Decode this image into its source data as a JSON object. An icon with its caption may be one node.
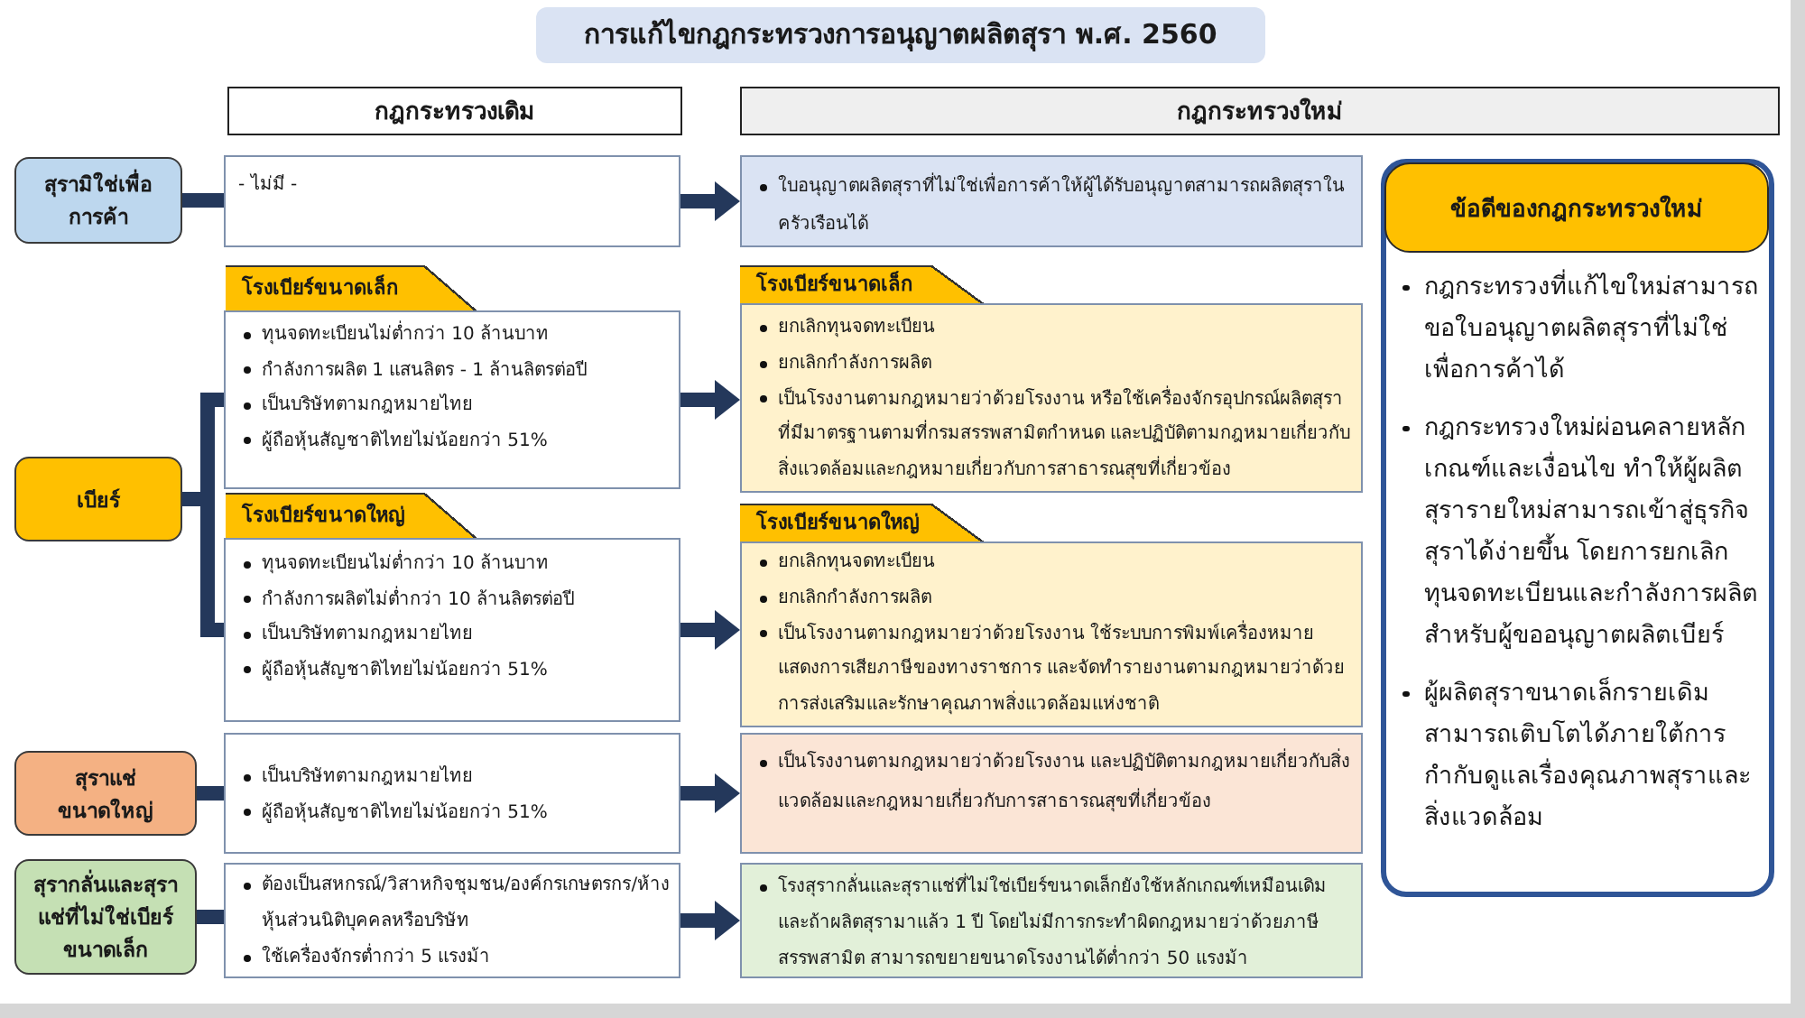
{
  "diagram": {
    "title": "การแก้ไขกฎกระทรวงการอนุญาตผลิตสุรา พ.ศ. 2560",
    "nodes": [
      {
        "text": [
          "กฎกระทรวงเดิม"
        ]
      },
      {
        "text": [
          "กฎกระทรวงใหม่"
        ]
      },
      {
        "text": [
          "สุรามิใช่เพื่อการค้า"
        ]
      },
      {
        "text": [
          "- ไม่มี -"
        ]
      },
      {
        "text": [
          "ใบอนุญาตผลิตสุราที่ไม่ใช่เพื่อการค้าให้ผู้ได้รับอนุญาตสามารถผลิตสุราในครัวเรือนได้"
        ]
      },
      {
        "text": [
          "เบียร์"
        ]
      },
      {
        "text": [
          "โรงเบียร์ขนาดเล็ก"
        ]
      },
      {
        "text": [
          "ทุนจดทะเบียนไม่ต่ำกว่า 10 ล้านบาท",
          "กำลังการผลิต 1 แสนลิตร - 1 ล้านลิตรต่อปี",
          "เป็นบริษัทตามกฎหมายไทย",
          "ผู้ถือหุ้นสัญชาติไทยไม่น้อยกว่า 51%"
        ]
      },
      {
        "text": [
          "โรงเบียร์ขนาดเล็ก"
        ]
      },
      {
        "text": [
          "ยกเลิกทุนจดทะเบียน",
          "ยกเลิกกำลังการผลิต",
          "เป็นโรงงานตามกฎหมายว่าด้วยโรงงาน หรือใช้เครื่องจักรอุปกรณ์ผลิตสุราที่มีมาตรฐานตามที่กรมสรรพสามิตกำหนด และปฏิบัติตามกฎหมายเกี่ยวกับสิ่งแวดล้อมและกฎหมายเกี่ยวกับการสาธารณสุขที่เกี่ยวข้อง"
        ]
      },
      {
        "text": [
          "โรงเบียร์ขนาดใหญ่"
        ]
      },
      {
        "text": [
          "ทุนจดทะเบียนไม่ต่ำกว่า 10 ล้านบาท",
          "กำลังการผลิตไม่ต่ำกว่า 10 ล้านลิตรต่อปี",
          "เป็นบริษัทตามกฎหมายไทย",
          "ผู้ถือหุ้นสัญชาติไทยไม่น้อยกว่า 51%"
        ]
      },
      {
        "text": [
          "โรงเบียร์ขนาดใหญ่"
        ]
      },
      {
        "text": [
          "ยกเลิกทุนจดทะเบียน",
          "ยกเลิกกำลังการผลิต",
          "เป็นโรงงานตามกฎหมายว่าด้วยโรงงาน ใช้ระบบการพิมพ์เครื่องหมายแสดงการเสียภาษีของทางราชการ และจัดทำรายงานตามกฎหมายว่าด้วยการส่งเสริมและรักษาคุณภาพสิ่งแวดล้อมแห่งชาติ"
        ]
      },
      {
        "text": [
          "สุราแช่ขนาดใหญ่"
        ]
      },
      {
        "text": [
          "เป็นบริษัทตามกฎหมายไทย",
          "ผู้ถือหุ้นสัญชาติไทยไม่น้อยกว่า 51%"
        ]
      },
      {
        "text": [
          "เป็นโรงงานตามกฎหมายว่าด้วยโรงงาน และปฏิบัติตามกฎหมายเกี่ยวกับสิ่งแวดล้อมและกฎหมายเกี่ยวกับการสาธารณสุขที่เกี่ยวข้อง"
        ]
      },
      {
        "text": [
          "สุรากลั่นและสุราแช่ที่ไม่ใช่เบียร์ขนาดเล็ก"
        ]
      },
      {
        "text": [
          "ต้องเป็นสหกรณ์/วิสาหกิจชุมชน/องค์กรเกษตรกร/ห้างหุ้นส่วนนิติบุคคลหรือบริษัท",
          "ใช้เครื่องจักรต่ำกว่า 5 แรงม้า"
        ]
      },
      {
        "text": [
          "โรงสุรากลั่นและสุราแช่ที่ไม่ใช่เบียร์ขนาดเล็กยังใช้หลักเกณฑ์เหมือนเดิมและถ้าผลิตสุรามาแล้ว 1 ปี โดยไม่มีการกระทำผิดกฎหมายว่าด้วยภาษีสรรพสามิต สามารถขยายขนาดโรงงานได้ต่ำกว่า 50 แรงม้า"
        ]
      },
      {
        "text": [
          "กฎกระทรวงที่แก้ไขใหม่สามารถขอใบอนุญาตผลิตสุราที่ไม่ใช่เพื่อการค้าได้",
          "กฎกระทรวงใหม่ผ่อนคลายหลักเกณฑ์และเงื่อนไข ทำให้ผู้ผลิตสุรารายใหม่สามารถเข้าสู่ธุรกิจสุราได้ง่ายขึ้น โดยการยกเลิกทุนจดทะเบียนและกำลังการผลิตสำหรับผู้ขออนุญาตผลิตเบียร์",
          "ผู้ผลิตสุราขนาดเล็กรายเดิมสามารถเติบโตได้ภายใต้การกำกับดูแลเรื่องคุณภาพสุราและสิ่งแวดล้อม"
        ]
      },
      {
        "text": [
          "ข้อดีของกฎกระทรวงใหม่"
        ],
        "in": 20
      }
    ],
    "edges": [
      {
        "from": 2,
        "to": 3,
        "arrow": "none"
      },
      {
        "from": 3,
        "to": 4,
        "arrow": "to"
      },
      {
        "from": 5,
        "to": 7,
        "arrow": "none"
      },
      {
        "from": 5,
        "to": 11,
        "arrow": "none"
      },
      {
        "from": 7,
        "to": 9,
        "arrow": "to"
      },
      {
        "from": 11,
        "to": 13,
        "arrow": "to"
      },
      {
        "from": 14,
        "to": 15,
        "arrow": "none"
      },
      {
        "from": 15,
        "to": 16,
        "arrow": "to"
      },
      {
        "from": 17,
        "to": 18,
        "arrow": "none"
      },
      {
        "from": 18,
        "to": 19,
        "arrow": "to"
      }
    ]
  }
}
